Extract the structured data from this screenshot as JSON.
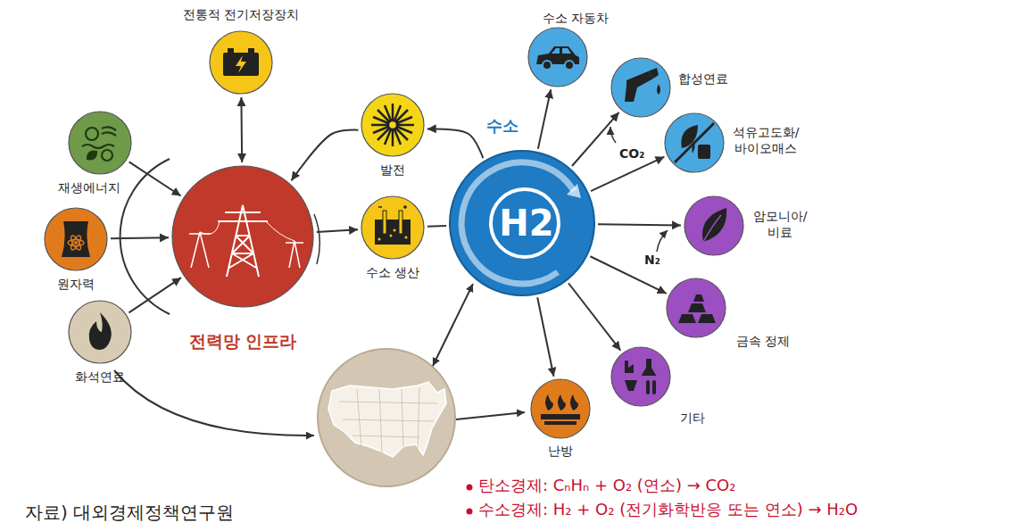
{
  "diagram": {
    "nodes": [
      {
        "text": [
          "전통적 전기저장장치"
        ]
      },
      {
        "text": [
          "재생에너지"
        ]
      },
      {
        "text": [
          "원자력"
        ]
      },
      {
        "text": [
          "화석연료"
        ]
      },
      {
        "text": [
          "전력망 인프라"
        ]
      },
      {
        "text": [
          "발전"
        ]
      },
      {
        "text": [
          "수소 생산"
        ]
      },
      {
        "text": [
          "수소",
          "H2"
        ]
      },
      {
        "text": [
          "수소 자동차"
        ]
      },
      {
        "text": [
          "합성연료"
        ]
      },
      {
        "text": [
          "석유고도화/ 바이오매스"
        ]
      },
      {
        "text": [
          "암모니아/ 비료"
        ]
      },
      {
        "text": [
          "금속 정제"
        ]
      },
      {
        "text": [
          "기타"
        ]
      },
      {
        "text": [
          "난방"
        ]
      }
    ],
    "edges": [
      {
        "from": 0,
        "to": 4,
        "arrow": "both"
      },
      {
        "from": 1,
        "to": 4,
        "arrow": "to"
      },
      {
        "from": 2,
        "to": 4,
        "arrow": "to"
      },
      {
        "from": 3,
        "to": 4,
        "arrow": "to"
      },
      {
        "from": 4,
        "to": 6,
        "arrow": "to"
      },
      {
        "from": 6,
        "to": 7,
        "arrow": "none"
      },
      {
        "from": 7,
        "to": 5,
        "arrow": "to"
      },
      {
        "from": 5,
        "to": 4,
        "arrow": "to"
      },
      {
        "from": 7,
        "to": 8,
        "arrow": "to"
      },
      {
        "from": 7,
        "to": 9,
        "arrow": "to"
      },
      {
        "from": 7,
        "to": 10,
        "arrow": "to"
      },
      {
        "from": 7,
        "to": 11,
        "arrow": "to"
      },
      {
        "from": 7,
        "to": 12,
        "arrow": "to"
      },
      {
        "from": 7,
        "to": 13,
        "arrow": "to"
      },
      {
        "from": 7,
        "to": 14,
        "arrow": "to"
      }
    ],
    "labels": [
      "CO₂",
      "N₂",
      "자료) 대외경제정책연구원",
      "탄소경제: CₙHₙ + O₂ (연소) → CO₂",
      "수소경제: H₂ + O₂ (전기화학반응 또는 연소) → H₂O"
    ]
  }
}
